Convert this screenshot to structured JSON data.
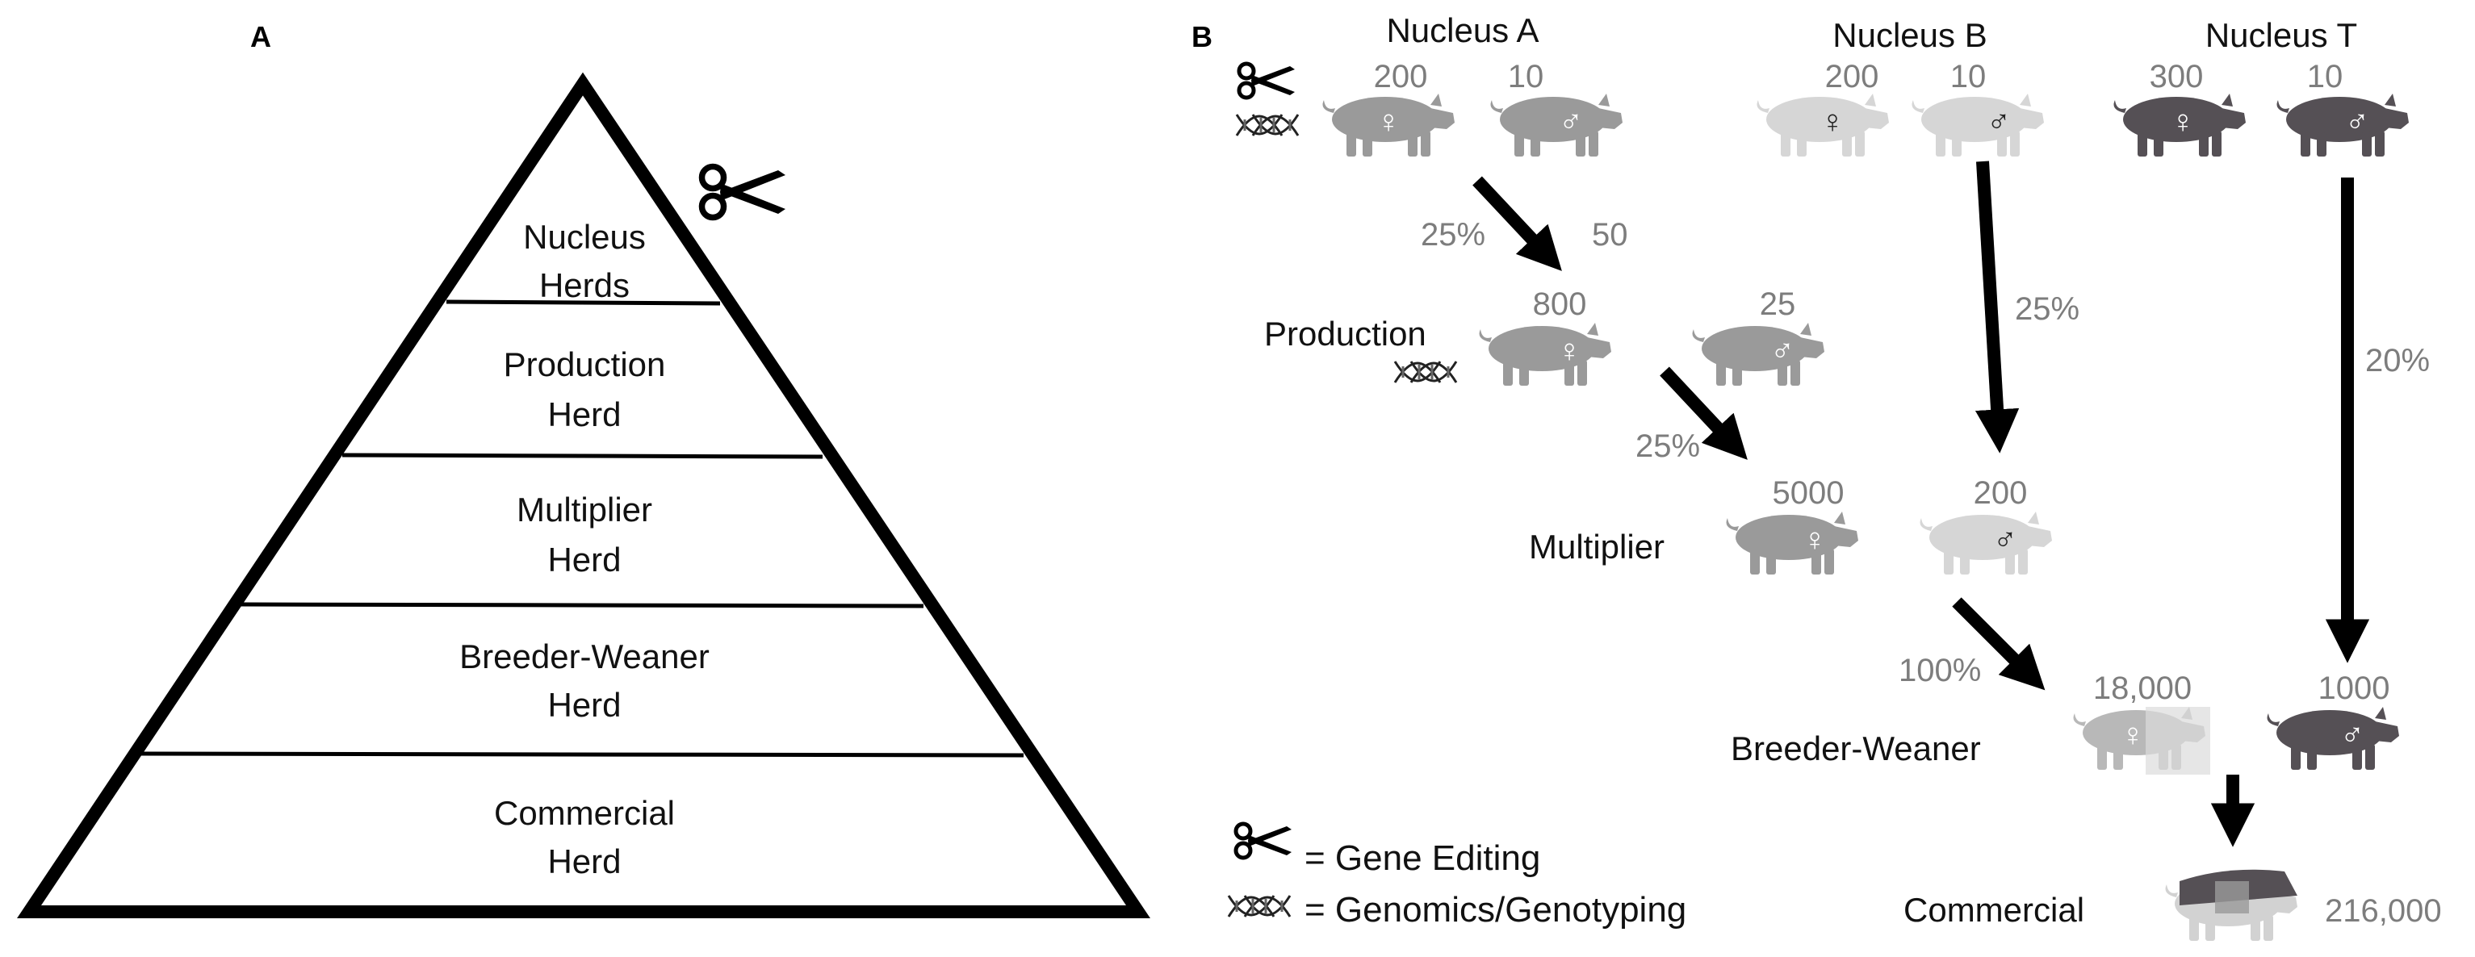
{
  "panel_a": {
    "label": "A",
    "tiers": [
      {
        "line1": "Nucleus",
        "line2": "Herds"
      },
      {
        "line1": "Production",
        "line2": "Herd"
      },
      {
        "line1": "Multiplier",
        "line2": "Herd"
      },
      {
        "line1": "Breeder-Weaner",
        "line2": "Herd"
      },
      {
        "line1": "Commercial",
        "line2": "Herd"
      }
    ]
  },
  "panel_b": {
    "label": "B",
    "nuclei": {
      "a": {
        "title": "Nucleus A",
        "female": "200",
        "male": "10"
      },
      "b": {
        "title": "Nucleus B",
        "female": "200",
        "male": "10"
      },
      "t": {
        "title": "Nucleus T",
        "female": "300",
        "male": "10"
      }
    },
    "production": {
      "label": "Production",
      "female": "800",
      "male": "25"
    },
    "multiplier": {
      "label": "Multiplier",
      "female": "5000",
      "male": "200"
    },
    "breeder_weaner": {
      "label": "Breeder-Weaner",
      "female": "18,000",
      "male": "1000"
    },
    "commercial": {
      "label": "Commercial",
      "count": "216,000"
    },
    "flows": {
      "a_to_production": "25%",
      "a_to_production_extra": "50",
      "b_to_breeder": "25%",
      "t_to_breeder": "20%",
      "production_to_multiplier": "25%",
      "multiplier_to_breeder": "100%"
    },
    "legend": {
      "gene_editing": "= Gene Editing",
      "genomics": "= Genomics/Genotyping"
    },
    "colors": {
      "pig_a": "#9a9a9a",
      "pig_b": "#d6d6d6",
      "pig_t": "#555055",
      "number_gray": "#7d7d7d"
    },
    "symbols": {
      "female": "♀",
      "male": "♂"
    }
  }
}
